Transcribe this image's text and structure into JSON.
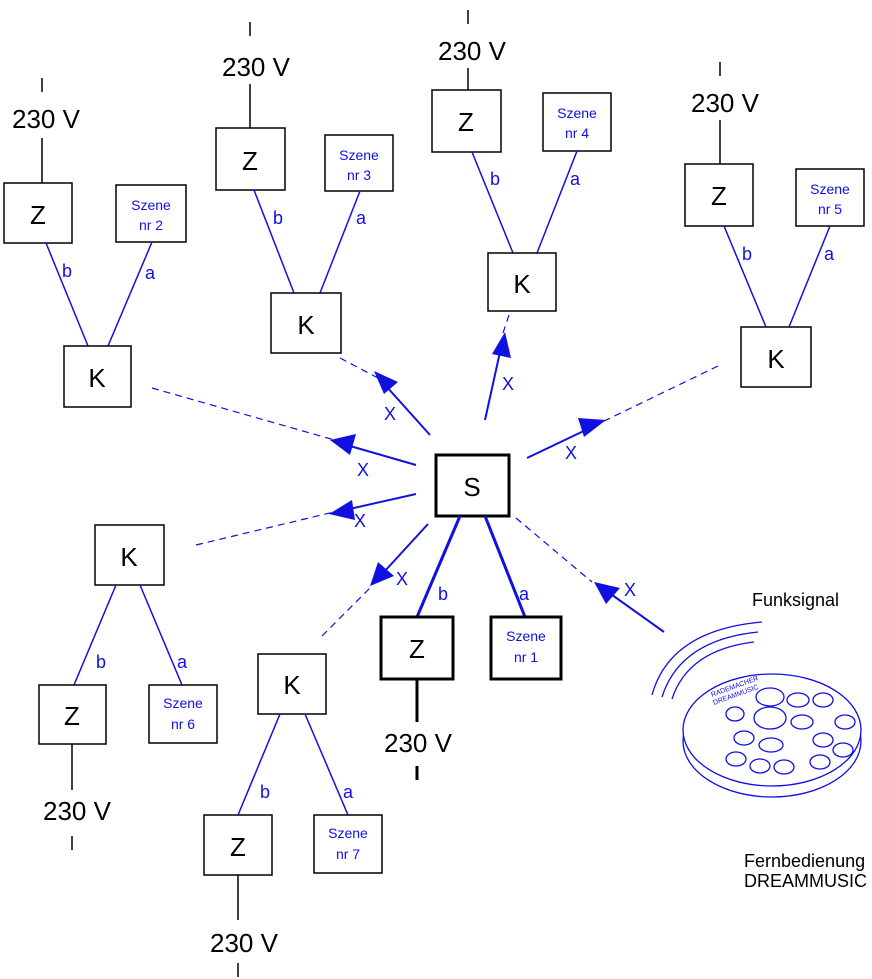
{
  "voltage": "230 V",
  "boxes": {
    "z": "Z",
    "k": "K",
    "s": "S"
  },
  "wire_labels": {
    "a": "a",
    "b": "b",
    "x": "X"
  },
  "scenes": [
    {
      "line1": "Szene",
      "line2": "nr 1"
    },
    {
      "line1": "Szene",
      "line2": "nr 2"
    },
    {
      "line1": "Szene",
      "line2": "nr 3"
    },
    {
      "line1": "Szene",
      "line2": "nr 4"
    },
    {
      "line1": "Szene",
      "line2": "nr 5"
    },
    {
      "line1": "Szene",
      "line2": "nr 6"
    },
    {
      "line1": "Szene",
      "line2": "nr 7"
    }
  ],
  "remote": {
    "signal_label": "Funksignal",
    "caption_line1": "Fernbedienung",
    "caption_line2": "DREAMMUSIC",
    "brand_line1": "RADEMACHER",
    "brand_line2": "DREAMMUSIC"
  },
  "colors": {
    "wire": "#000000",
    "scene": "#1010e0"
  }
}
